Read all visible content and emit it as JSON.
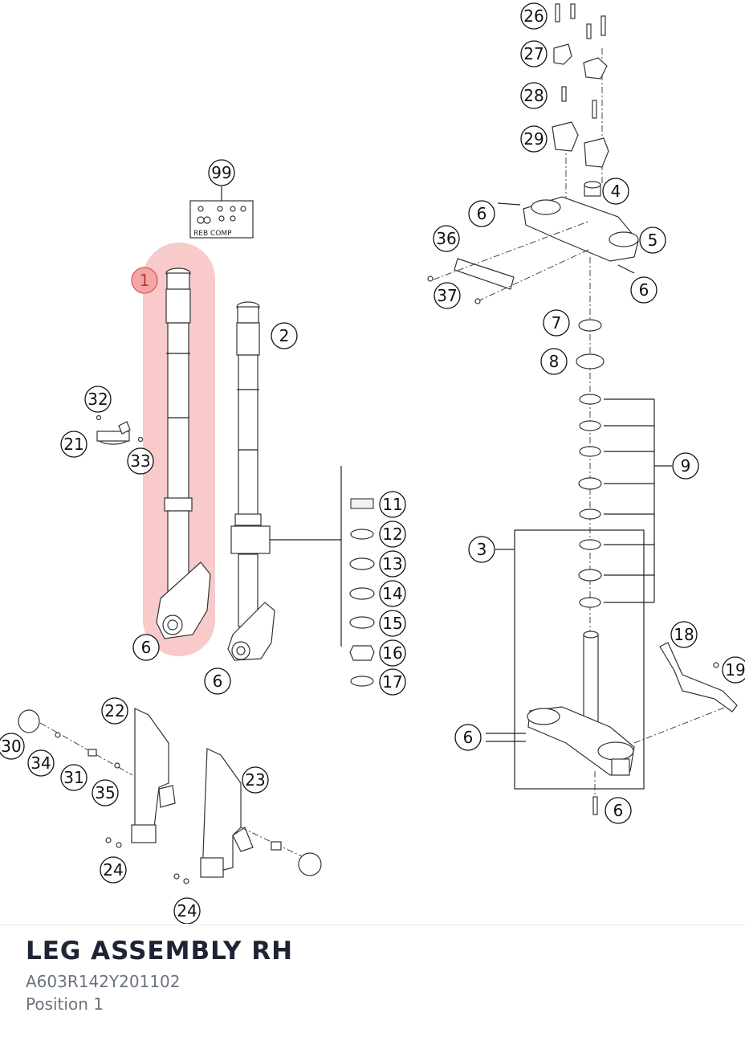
{
  "assembly": {
    "title": "LEG ASSEMBLY RH",
    "part_number": "A603R142Y201102",
    "position_label": "Position 1"
  },
  "highlight_color": "#f4a6a6",
  "callouts": {
    "c1": "1",
    "c2": "2",
    "c3": "3",
    "c4": "4",
    "c5": "5",
    "c6": "6",
    "c7": "7",
    "c8": "8",
    "c9": "9",
    "c11": "11",
    "c12": "12",
    "c13": "13",
    "c14": "14",
    "c15": "15",
    "c16": "16",
    "c17": "17",
    "c18": "18",
    "c19": "19",
    "c21": "21",
    "c22": "22",
    "c23": "23",
    "c24": "24",
    "c26": "26",
    "c27": "27",
    "c28": "28",
    "c29": "29",
    "c30": "30",
    "c31": "31",
    "c32": "32",
    "c33": "33",
    "c34": "34",
    "c35": "35",
    "c36": "36",
    "c37": "37",
    "c99": "99"
  },
  "kit_label": "REB COMP"
}
